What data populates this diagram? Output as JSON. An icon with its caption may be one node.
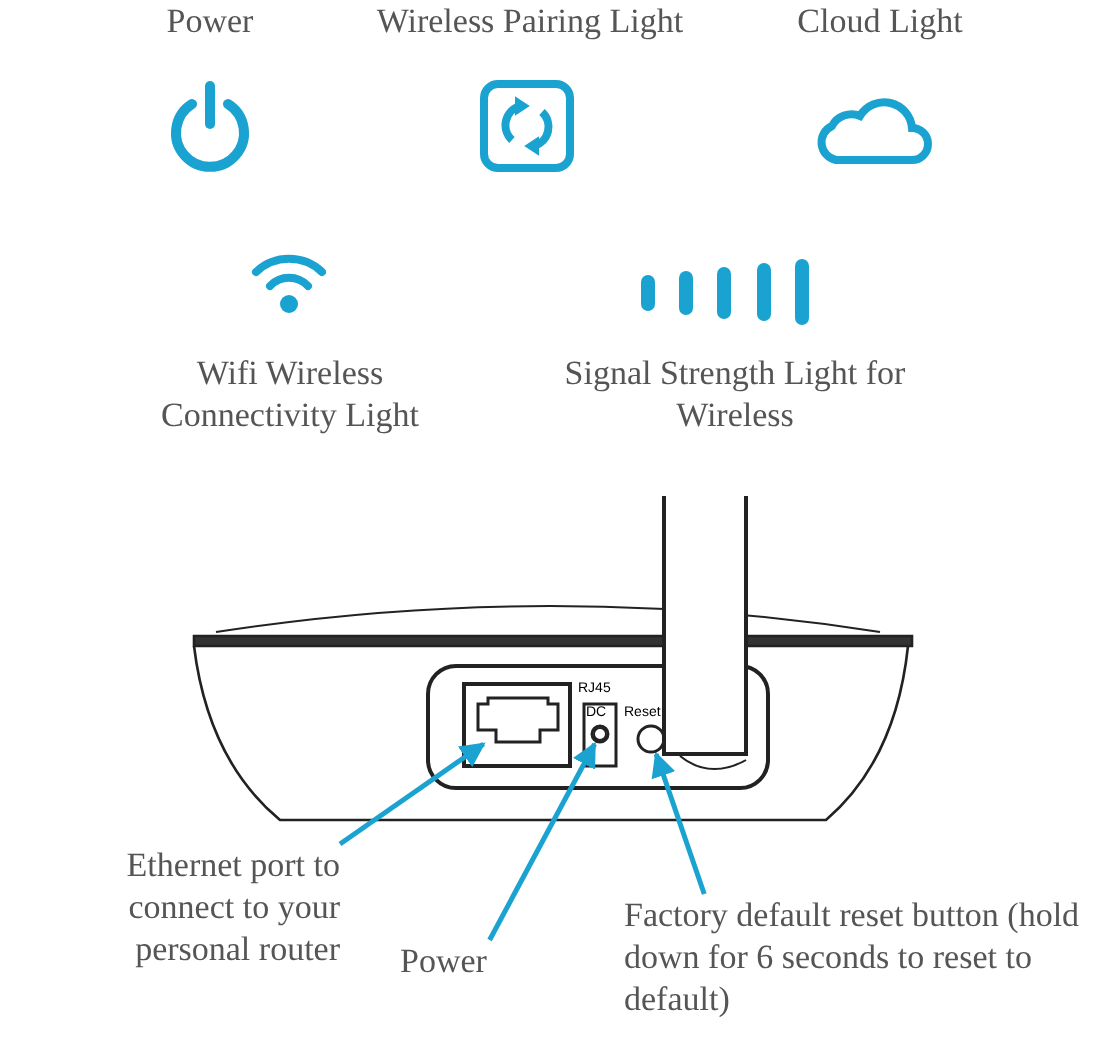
{
  "diagram": {
    "nodes": [
      {
        "text": [
          "Ethernet port to connect to your personal router"
        ]
      },
      {
        "text": [
          "Power"
        ]
      },
      {
        "text": [
          "Factory default reset button (hold down for 6 seconds to reset to default)"
        ]
      },
      {
        "text": [],
        "shape": "box"
      },
      {
        "text": [],
        "shape": "circle"
      },
      {
        "text": [],
        "shape": "circle"
      }
    ],
    "edges": [
      {
        "from": 0,
        "to": 3,
        "arrow": "to"
      },
      {
        "from": 1,
        "to": 4,
        "arrow": "to"
      },
      {
        "from": 2,
        "to": 5,
        "arrow": "to"
      }
    ],
    "labels": [
      "Power",
      "Wireless Pairing Light",
      "Cloud Light",
      "Wifi Wireless Connectivity Light",
      "Signal Strength Light for Wireless",
      "RJ45",
      "DC",
      "Reset"
    ]
  }
}
